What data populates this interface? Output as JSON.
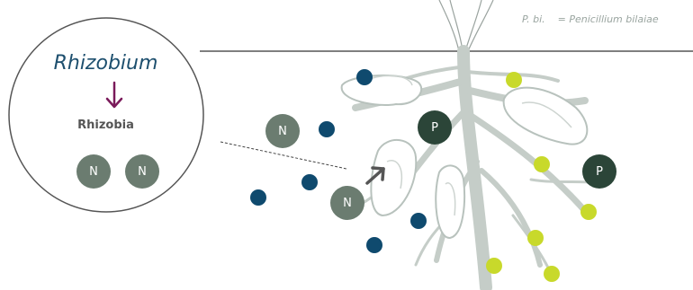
{
  "legend": {
    "abbrev": "P. bi.",
    "definition": "= Penicillium bilaiae"
  },
  "inset": {
    "title": "Rhizobium",
    "subtitle": "Rhizobia"
  },
  "nodes": {
    "nitrogen": "N",
    "phosphorus": "P"
  },
  "colors": {
    "nitrogen_node": "#6b7c70",
    "phosphorus_node": "#2b4538",
    "dark_blue_dot": "#0f4a6e",
    "lime_dot": "#c8d92b",
    "root": "#c5cdc8",
    "arrow_purple": "#7a1a5a",
    "soil_line": "#555555"
  }
}
